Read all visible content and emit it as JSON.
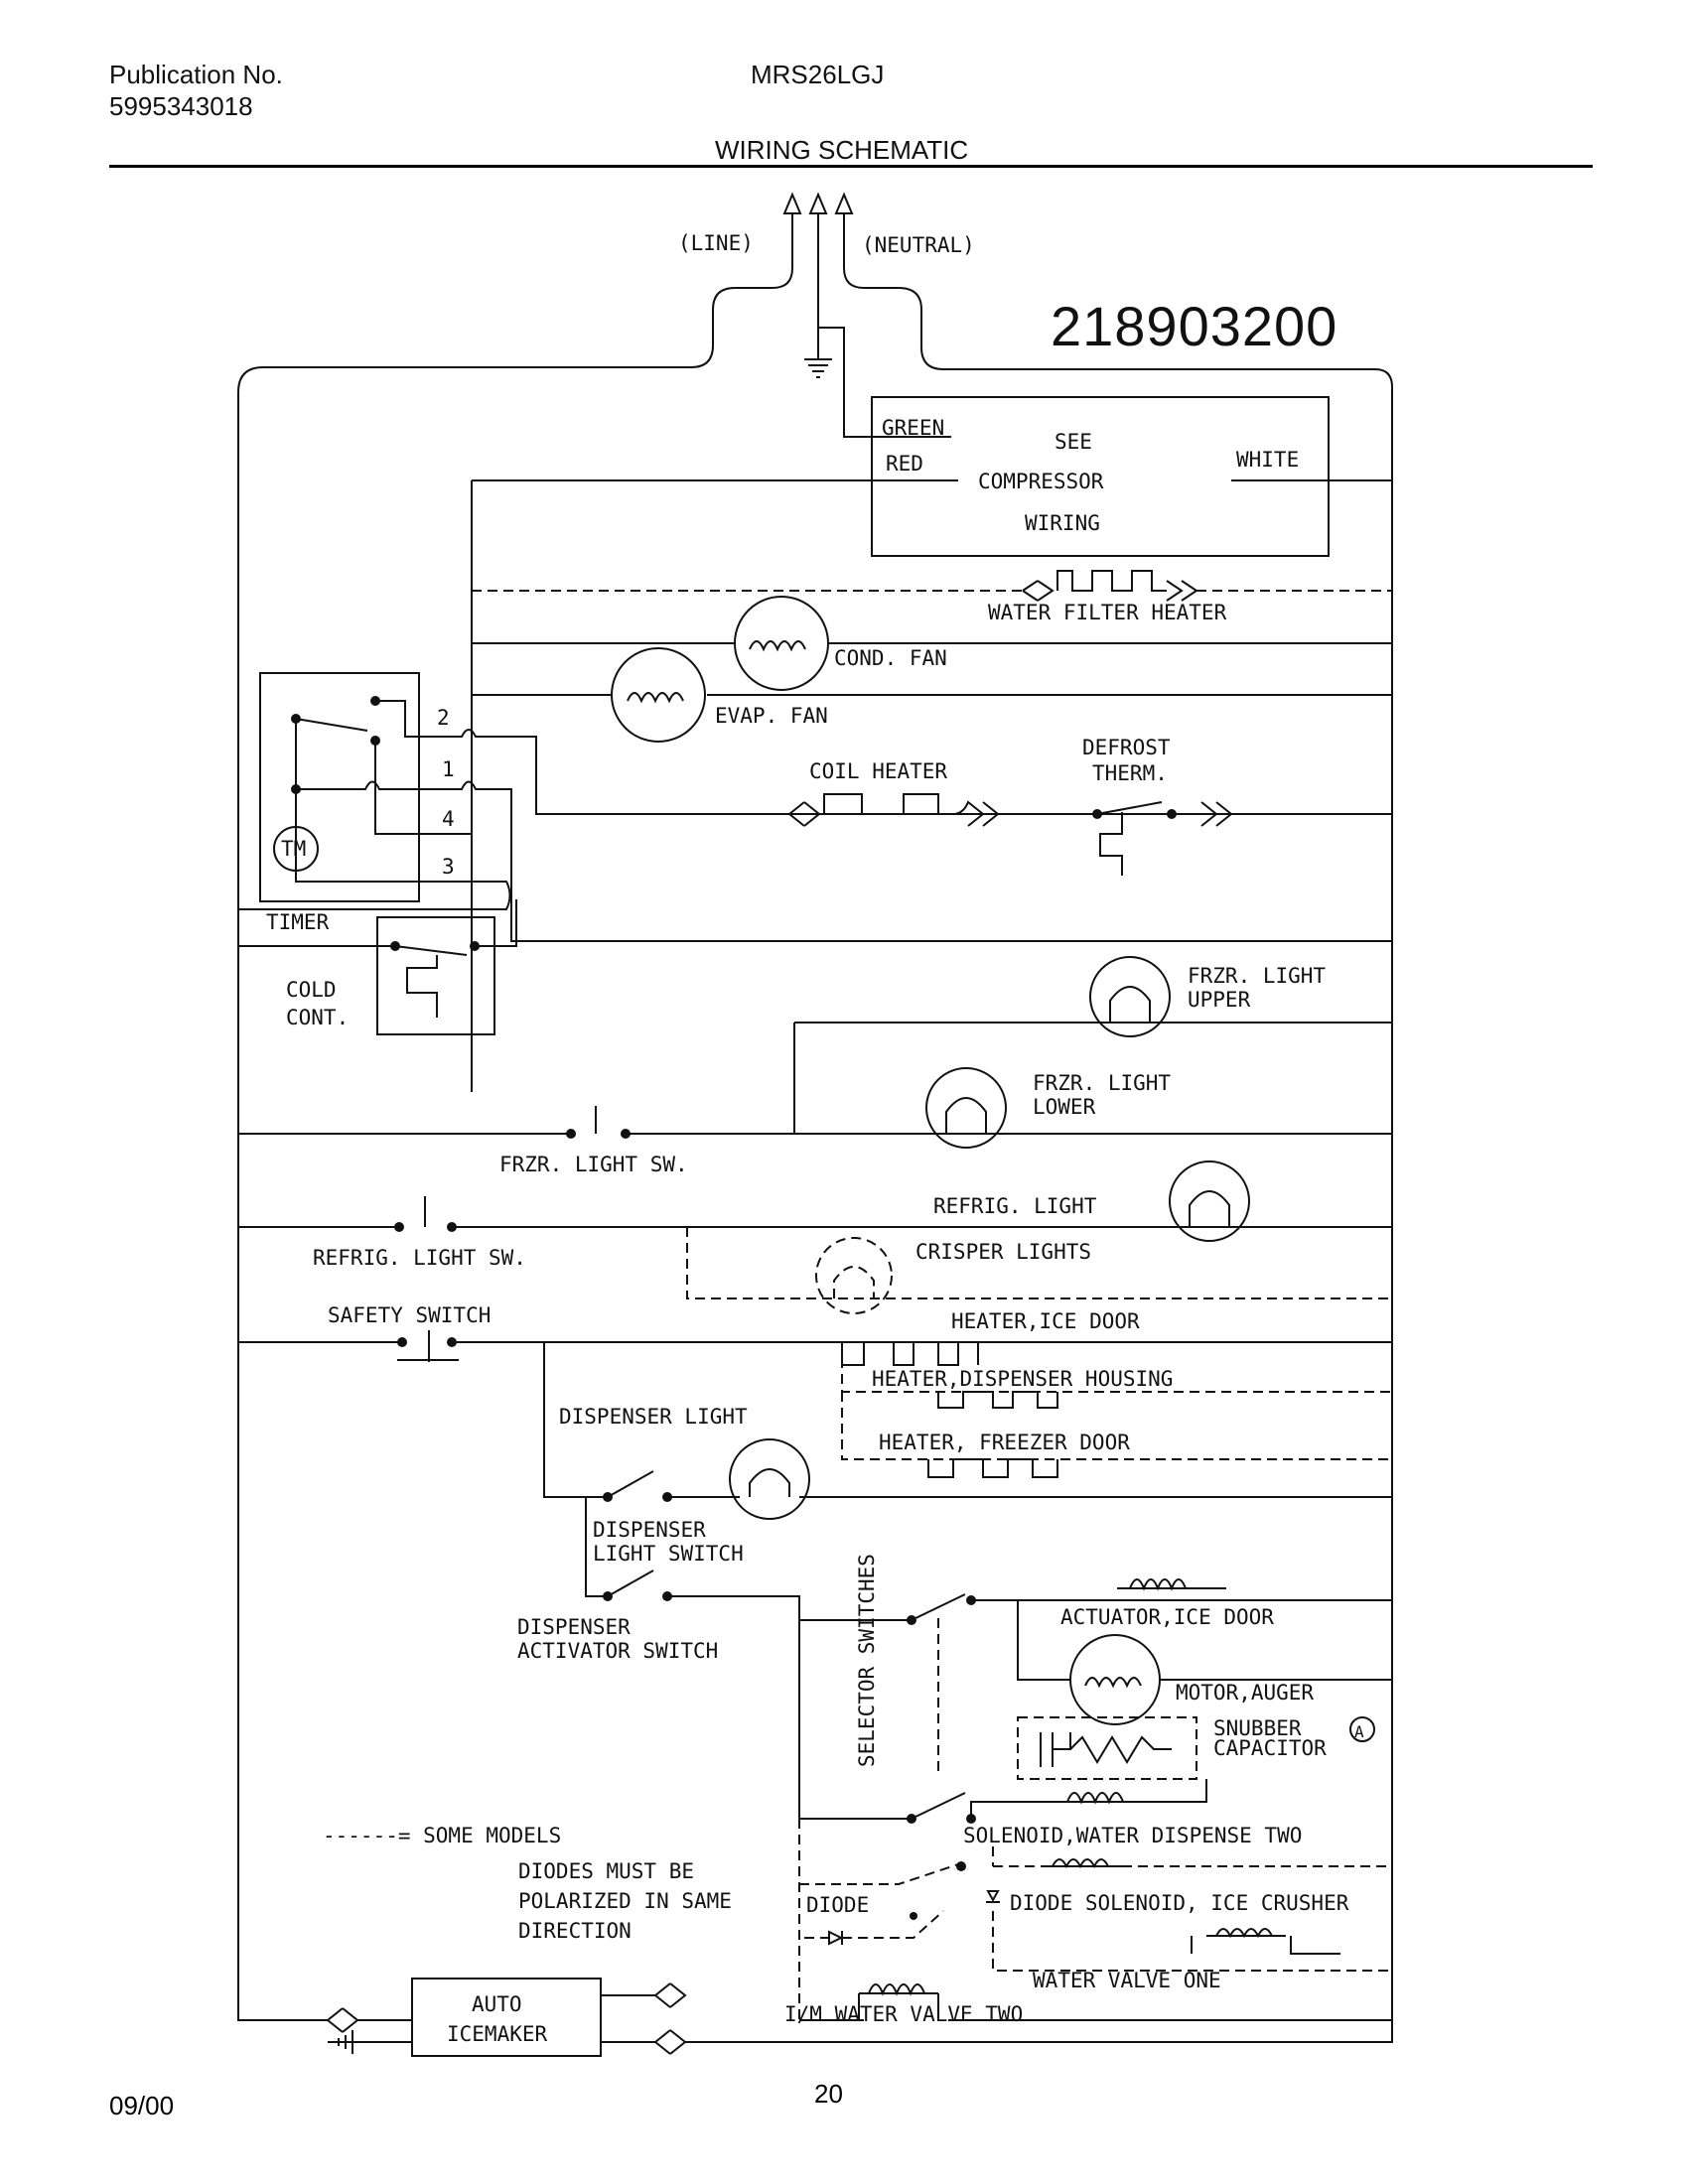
{
  "header": {
    "publication_label": "Publication No.",
    "publication_number": "5995343018",
    "model": "MRS26LGJ",
    "title": "WIRING SCHEMATIC",
    "document_number": "218903200"
  },
  "footer": {
    "date": "09/00",
    "page": "20"
  },
  "labels": {
    "line": "(LINE)",
    "neutral": "(NEUTRAL)",
    "green": "GREEN",
    "red": "RED",
    "white": "WHITE",
    "see": "SEE",
    "compressor": "COMPRESSOR",
    "wiring": "WIRING",
    "water_filter_heater": "WATER FILTER HEATER",
    "cond_fan": "COND. FAN",
    "evap_fan": "EVAP. FAN",
    "coil_heater": "COIL HEATER",
    "defrost": "DEFROST",
    "therm": "THERM.",
    "timer": "TIMER",
    "tm": "TM",
    "t2": "2",
    "t1": "1",
    "t4": "4",
    "t3": "3",
    "cold": "COLD",
    "cont": "CONT.",
    "frzr_light": "FRZR. LIGHT",
    "upper": "UPPER",
    "lower": "LOWER",
    "frzr_light_sw": "FRZR. LIGHT SW.",
    "refrig_light": "REFRIG. LIGHT",
    "refrig_light_sw": "REFRIG. LIGHT SW.",
    "crisper_lights": "CRISPER LIGHTS",
    "safety_switch": "SAFETY SWITCH",
    "heater_ice_door": "HEATER,ICE DOOR",
    "heater_dispenser_housing": "HEATER,DISPENSER HOUSING",
    "heater_freezer_door": "HEATER, FREEZER DOOR",
    "dispenser_light": "DISPENSER LIGHT",
    "dispenser": "DISPENSER",
    "light_switch": "LIGHT SWITCH",
    "activator_switch": "ACTIVATOR SWITCH",
    "selector_switches": "SELECTOR SWITCHES",
    "actuator_ice_door": "ACTUATOR,ICE DOOR",
    "motor_auger": "MOTOR,AUGER",
    "snubber": "SNUBBER",
    "capacitor": "CAPACITOR",
    "capacitor_mark": "A",
    "some_models": "------= SOME MODELS",
    "diodes_1": "DIODES MUST BE",
    "diodes_2": "POLARIZED IN SAME",
    "diodes_3": "DIRECTION",
    "solenoid_water_two": "SOLENOID,WATER DISPENSE TWO",
    "diode": "DIODE",
    "diode_solenoid_crusher": "DIODE SOLENOID, ICE CRUSHER",
    "water_valve_one": "WATER VALVE ONE",
    "auto": "AUTO",
    "icemaker": "ICEMAKER",
    "im_water_valve_two": "I/M WATER VALVE TWO"
  }
}
